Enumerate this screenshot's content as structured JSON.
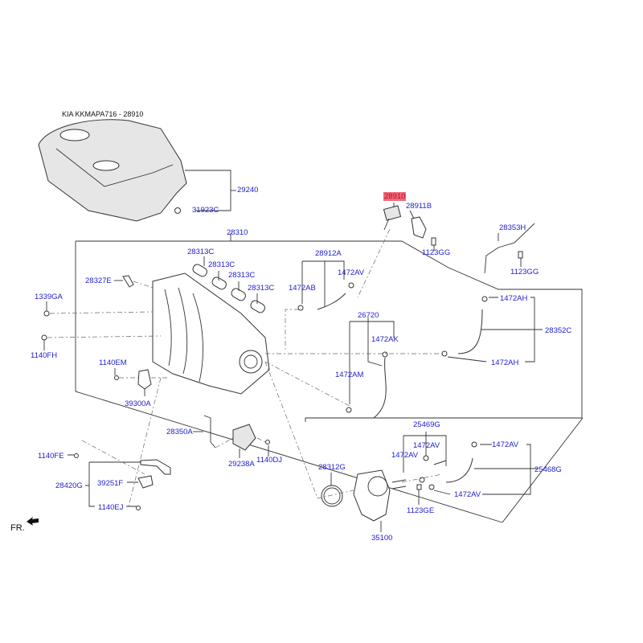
{
  "header": {
    "title": "KIA KKMAPA716 - 28910"
  },
  "direction_marker": {
    "label": "FR.",
    "icon": "front-arrow-icon"
  },
  "highlighted_part": "28910",
  "parts": [
    {
      "id": "engine-cover",
      "label": "29240"
    },
    {
      "id": "cover-nut",
      "label": "31923C"
    },
    {
      "id": "intake-manifold",
      "label": "28310"
    },
    {
      "id": "purge-valve",
      "label": "28910"
    },
    {
      "id": "purge-bracket",
      "label": "28911B"
    },
    {
      "id": "bracket-bolt",
      "label": "1123GG"
    },
    {
      "id": "pipe-bolt",
      "label": "1123GG"
    },
    {
      "id": "pcv-pipe",
      "label": "28353H"
    },
    {
      "id": "gasket-1",
      "label": "28313C"
    },
    {
      "id": "gasket-2",
      "label": "28313C"
    },
    {
      "id": "gasket-3",
      "label": "28313C"
    },
    {
      "id": "gasket-4",
      "label": "28313C"
    },
    {
      "id": "cap",
      "label": "28327E"
    },
    {
      "id": "purge-hose",
      "label": "28912A"
    },
    {
      "id": "clamp-ab",
      "label": "1472AB"
    },
    {
      "id": "clamp-av-top",
      "label": "1472AV"
    },
    {
      "id": "stud",
      "label": "1339GA"
    },
    {
      "id": "bolt-fh",
      "label": "1140FH"
    },
    {
      "id": "clamp-ah-top",
      "label": "1472AH"
    },
    {
      "id": "pcv-hose",
      "label": "28352C"
    },
    {
      "id": "clamp-ah-bottom",
      "label": "1472AH"
    },
    {
      "id": "hose-26720",
      "label": "26720"
    },
    {
      "id": "clamp-ak",
      "label": "1472AK"
    },
    {
      "id": "clamp-am",
      "label": "1472AM"
    },
    {
      "id": "bolt-em",
      "label": "1140EM"
    },
    {
      "id": "sensor",
      "label": "39300A"
    },
    {
      "id": "hose-28350a",
      "label": "28350A"
    },
    {
      "id": "actuator",
      "label": "29238A"
    },
    {
      "id": "bolt-dj",
      "label": "1140DJ"
    },
    {
      "id": "bolt-fe",
      "label": "1140FE"
    },
    {
      "id": "bracket-assy",
      "label": "28420G"
    },
    {
      "id": "bracket-39251f",
      "label": "39251F"
    },
    {
      "id": "bolt-ej",
      "label": "1140EJ"
    },
    {
      "id": "throttle-gasket",
      "label": "28312G"
    },
    {
      "id": "hose-25469g",
      "label": "25469G"
    },
    {
      "id": "clamp-av-a",
      "label": "1472AV"
    },
    {
      "id": "clamp-av-b",
      "label": "1472AV"
    },
    {
      "id": "clamp-av-c",
      "label": "1472AV"
    },
    {
      "id": "hose-25468g",
      "label": "25468G"
    },
    {
      "id": "clamp-av-d",
      "label": "1472AV"
    },
    {
      "id": "bolt-ge",
      "label": "1123GE"
    },
    {
      "id": "throttle-body",
      "label": "35100"
    }
  ]
}
